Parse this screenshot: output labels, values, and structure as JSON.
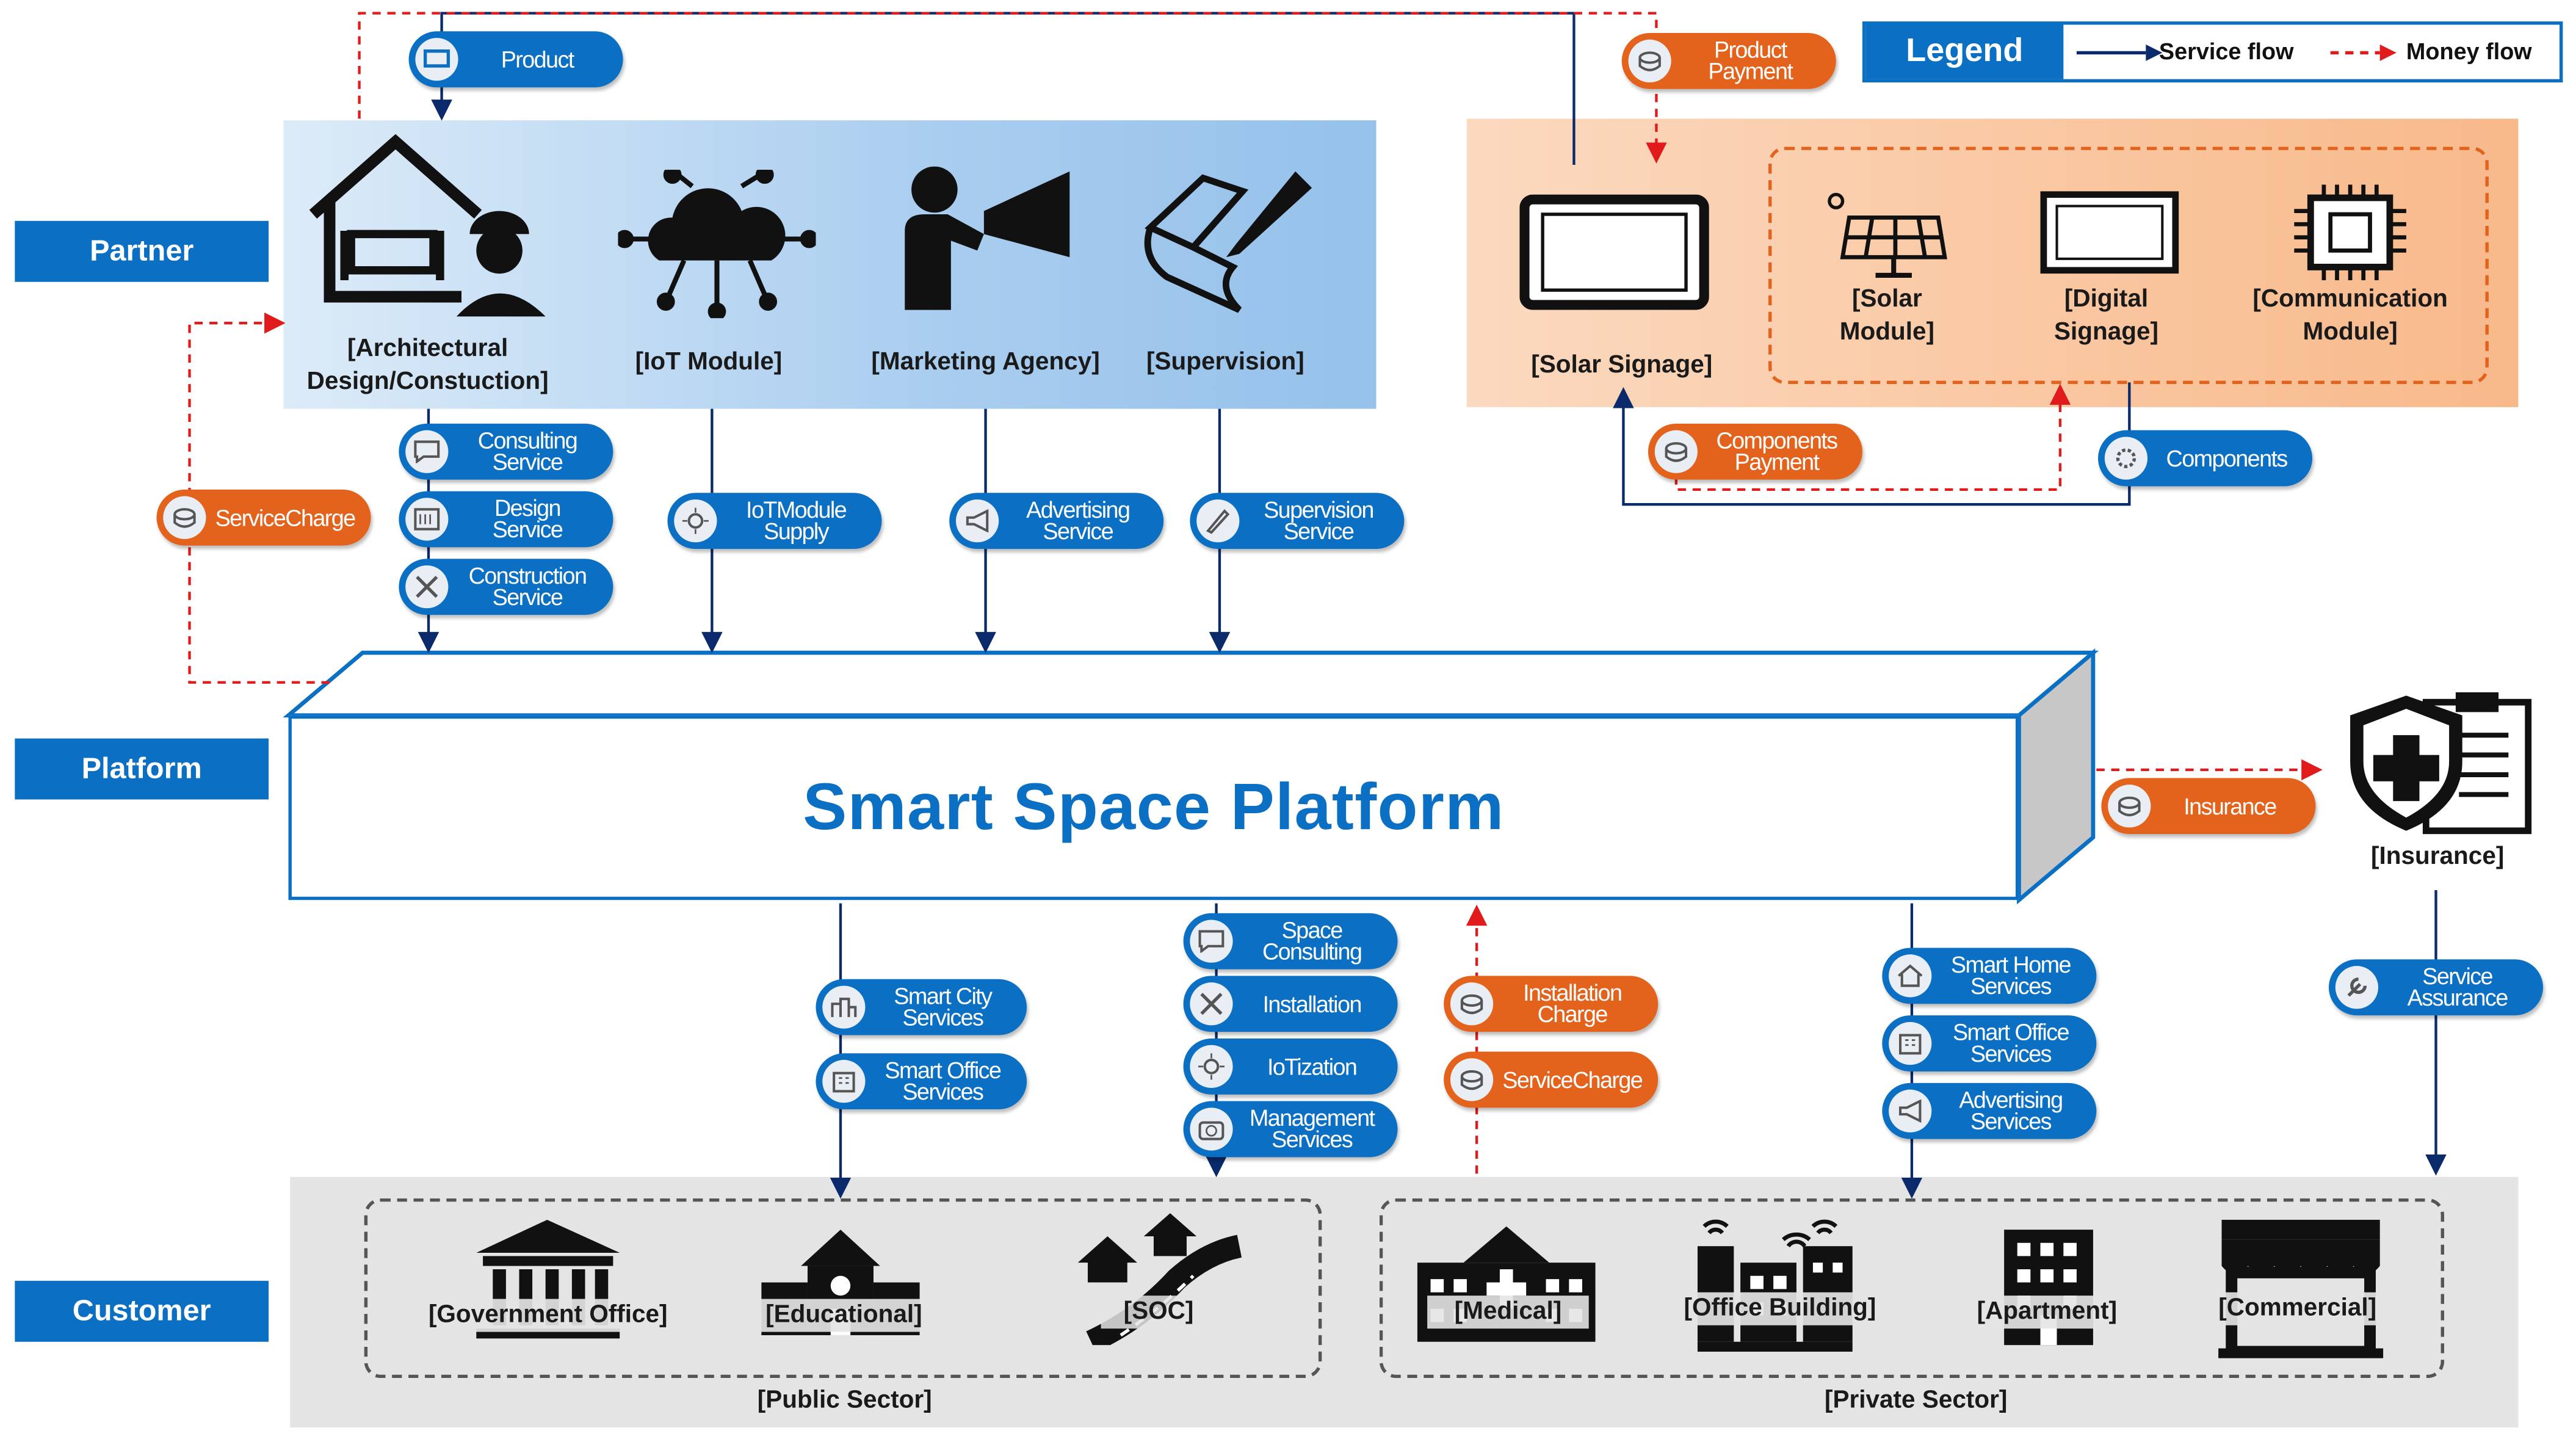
{
  "tiers": {
    "partner": "Partner",
    "platform": "Platform",
    "customer": "Customer"
  },
  "legend": {
    "title": "Legend",
    "service_flow": "Service flow",
    "money_flow": "Money flow"
  },
  "platform": {
    "title": "Smart Space Platform"
  },
  "partners": {
    "architectural": "[Architectural\nDesign/Constuction]",
    "iot_module": "[IoT Module]",
    "marketing_agency": "[Marketing Agency]",
    "supervision": "[Supervision]"
  },
  "solar": {
    "solar_signage": "[Solar Signage]",
    "solar_module": "[Solar\nModule]",
    "digital_signage": "[Digital\nSignage]",
    "communication_module": "[Communication\nModule]"
  },
  "insurance": {
    "label": "[Insurance]"
  },
  "customers": {
    "government_office": "[Government Office]",
    "educational": "[Educational]",
    "soc": "[SOC]",
    "medical": "[Medical]",
    "office_building": "[Office Building]",
    "apartment": "[Apartment]",
    "commercial": "[Commercial]",
    "public_sector": "[Public Sector]",
    "private_sector": "[Private Sector]"
  },
  "pills": {
    "product": "Product",
    "product_payment": "Product\nPayment",
    "consulting_service": "Consulting\nService",
    "design_service": "Design\nService",
    "construction_service": "Construction\nService",
    "service_charge_left": "ServiceCharge",
    "iot_module_supply": "IoTModule\nSupply",
    "advertising_service": "Advertising\nService",
    "supervision_service": "Supervision\nService",
    "components_payment": "Components\nPayment",
    "components": "Components",
    "insurance": "Insurance",
    "service_assurance": "Service\nAssurance",
    "smart_city_services": "Smart City\nServices",
    "smart_office_services_public": "Smart Office\nServices",
    "space_consulting": "Space\nConsulting",
    "installation": "Installation",
    "iotization": "IoTization",
    "management_services": "Management\nServices",
    "installation_charge": "Installation\nCharge",
    "service_charge_bottom": "ServiceCharge",
    "smart_home_services": "Smart Home\nServices",
    "smart_office_services_private": "Smart Office\nServices",
    "advertising_services": "Advertising\nServices"
  },
  "colors": {
    "service_flow": "#0a2a6b",
    "money_flow": "#e11b1b",
    "blue": "#0b70c4",
    "orange": "#e3621c"
  }
}
